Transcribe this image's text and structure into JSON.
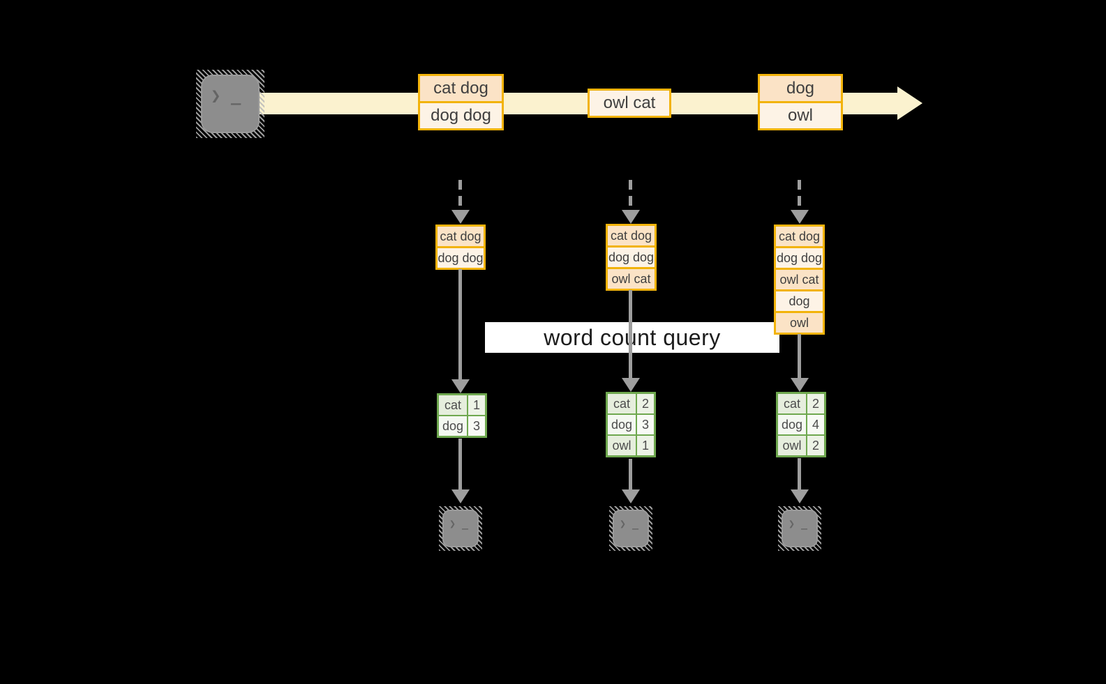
{
  "query_label": "word count query",
  "terminal_glyph": "❯ _",
  "stream_events": [
    {
      "rows": [
        "cat dog",
        "dog dog"
      ]
    },
    {
      "rows": [
        "owl cat"
      ]
    },
    {
      "rows": [
        "dog",
        "owl"
      ]
    }
  ],
  "pipelines": [
    {
      "buffer_rows": [
        "cat dog",
        "dog dog"
      ],
      "counts": [
        {
          "word": "cat",
          "count": "1"
        },
        {
          "word": "dog",
          "count": "3"
        }
      ]
    },
    {
      "buffer_rows": [
        "cat dog",
        "dog dog",
        "owl cat"
      ],
      "counts": [
        {
          "word": "cat",
          "count": "2"
        },
        {
          "word": "dog",
          "count": "3"
        },
        {
          "word": "owl",
          "count": "1"
        }
      ]
    },
    {
      "buffer_rows": [
        "cat dog",
        "dog dog",
        "owl cat",
        "dog",
        "owl"
      ],
      "counts": [
        {
          "word": "cat",
          "count": "2"
        },
        {
          "word": "dog",
          "count": "4"
        },
        {
          "word": "owl",
          "count": "2"
        }
      ]
    }
  ],
  "colors": {
    "background": "#000000",
    "stream_band": "#fbf2cf",
    "event_border": "#f2b30a",
    "event_fill_dark": "#fbe3c6",
    "event_fill_light": "#fdf3e6",
    "table_border": "#6fa84f",
    "table_fill_dark": "#e6eedd",
    "table_fill_light": "#f4f8f1",
    "connector_gray": "#9e9e9e",
    "label_background": "#ffffff"
  }
}
